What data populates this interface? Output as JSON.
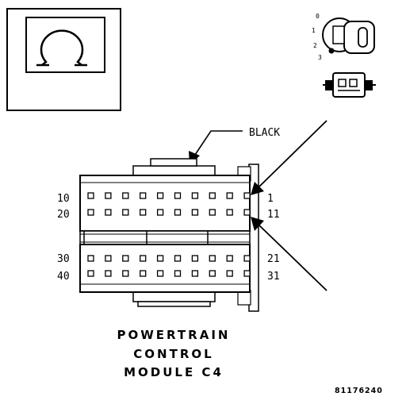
{
  "color_label": "BLACK",
  "title": {
    "line1": "POWERTRAIN",
    "line2": "CONTROL",
    "line3": "MODULE C4"
  },
  "figure_id": "81176240",
  "ignition_positions": [
    "3",
    "2",
    "1",
    "0"
  ],
  "pin_labels": {
    "row1_left": "10",
    "row1_right": "1",
    "row2_left": "20",
    "row2_right": "11",
    "row3_left": "30",
    "row3_right": "21",
    "row4_left": "40",
    "row4_right": "31"
  },
  "icons": {
    "meter": "ohmmeter-icon",
    "ignition": "ignition-key-off-icon",
    "connector": "disconnected-connector-icon"
  },
  "colors": {
    "line": "#000000",
    "background": "#ffffff"
  }
}
